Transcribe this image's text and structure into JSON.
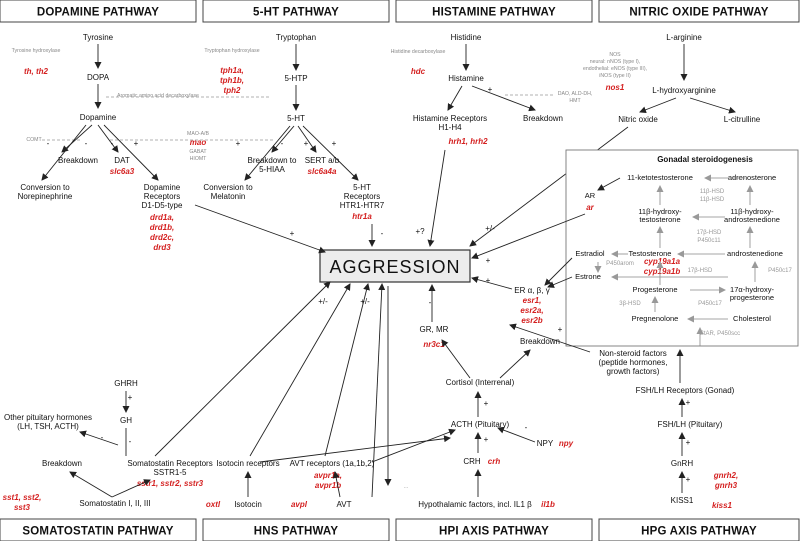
{
  "headers": {
    "top": [
      "DOPAMINE PATHWAY",
      "5-HT PATHWAY",
      "HISTAMINE PATHWAY",
      "NITRIC OXIDE PATHWAY"
    ],
    "bottom": [
      "SOMATOSTATIN PATHWAY",
      "HNS PATHWAY",
      "HPI AXIS PATHWAY",
      "HPG AXIS PATHWAY"
    ]
  },
  "center": "AGGRESSION",
  "dopamine": {
    "tyrosine": "Tyrosine",
    "hydroxylase": "Tyrosine hydroxylase",
    "gene_th": "th, th2",
    "dopa": "DOPA",
    "aadc": "Aromatic amino acid decarboxylase",
    "dopamine": "Dopamine",
    "comt": "COMT",
    "maoab": "MAO-A/B",
    "gene_mao": "mao",
    "gaba": "GABAT",
    "hiomt": "HIOMT",
    "breakdown": "Breakdown",
    "dat": "DAT",
    "gene_dat": "slc6a3",
    "conv1": "Conversion to",
    "conv2": "Norepinephrine",
    "rec1": "Dopamine",
    "rec2": "Receptors",
    "rec3": "D1-D5-type",
    "genes_drd": [
      "drd1a,",
      "drd1b,",
      "drd2c,",
      "drd3"
    ]
  },
  "serotonin": {
    "tryptophan": "Tryptophan",
    "hydroxylase": "Tryptophan hydroxylase",
    "genes_tph": [
      "tph1a,",
      "tph1b,",
      "tph2"
    ],
    "htp": "5-HTP",
    "ht": "5-HT",
    "bd1": "Breakdown to",
    "bd2": "5-HIAA",
    "sert": "SERT a/b",
    "gene_sert": "slc6a4a",
    "mel1": "Conversion to",
    "mel2": "Melatonin",
    "rec1": "5-HT",
    "rec2": "Receptors",
    "rec3": "HTR1-HTR7",
    "gene_htr": "htr1a"
  },
  "histamine": {
    "histidine": "Histidine",
    "enzyme": "Histidine decarboxylase",
    "gene": "hdc",
    "histamine": "Histamine",
    "dao": "DAO, ALD-DH,",
    "hmt": "HMT",
    "rec1": "Histamine Receptors",
    "rec2": "H1-H4",
    "gene_hrh": "hrh1, hrh2",
    "breakdown": "Breakdown"
  },
  "nitric": {
    "arginine": "L-arginine",
    "nos1": "NOS",
    "nos2": "neural: nNOS (type I),",
    "nos3": "endothelial: eNOS (type III),",
    "nos4": "iNOS (type II)",
    "gene": "nos1",
    "hydroxy": "L-hydroxyarginine",
    "no": "Nitric oxide",
    "cit": "L-citrulline"
  },
  "steroid": {
    "title": "Gonadal steroidogenesis",
    "kt": "11-ketotestosterone",
    "adr": "adrenosterone",
    "hsd1": "11β-HSD",
    "hsd2": "11β-HSD",
    "ht1": "11β-hydroxy-",
    "ht2": "testosterone",
    "ha1": "11β-hydroxy-",
    "ha2": "androstenedione",
    "hsd3": "17β-HSD",
    "p45011": "P450c11",
    "estradiol": "Estradiol",
    "testosterone": "Testosterone",
    "andro": "androstenedione",
    "arom": "P450arom",
    "hsd4": "17β-HSD",
    "p450c17": "P450c17",
    "estrone": "Estrone",
    "gene_cyp": [
      "cyp19a1a",
      "cyp19a1b"
    ],
    "progesterone": "Progesterone",
    "ohp1": "17α-hydroxy-",
    "ohp2": "progesterone",
    "hsd5": "3β-HSD",
    "p45017b": "P450c17",
    "preg": "Pregnenolone",
    "chol": "Cholesterol",
    "star": "StAR, P450scc",
    "ar": "AR",
    "gene_ar": "ar"
  },
  "er": {
    "label": "ER α, β, γ",
    "genes": [
      "esr1,",
      "esr2a,",
      "esr2b"
    ]
  },
  "gr": {
    "label": "GR, MR",
    "gene": "nr3c1",
    "breakdown": "Breakdown"
  },
  "hpi": {
    "cortisol": "Cortisol (Interrenal)",
    "acth": "ACTH (Pituitary)",
    "crh": "CRH",
    "gene_crh": "crh",
    "npy": "NPY",
    "gene_npy": "npy",
    "hypo": "Hypothalamic factors, incl. IL1 β",
    "gene_il": "il1b"
  },
  "hpg": {
    "ns1": "Non-steroid factors",
    "ns2": "(peptide hormones,",
    "ns3": "growth factors)",
    "fshr": "FSH/LH Receptors (Gonad)",
    "fsh": "FSH/LH (Pituitary)",
    "gnrh": "GnRH",
    "genes_gnrh": [
      "gnrh2,",
      "gnrh3"
    ],
    "kiss": "KISS1",
    "gene_kiss": "kiss1"
  },
  "somato": {
    "ghrh": "GHRH",
    "gh": "GH",
    "other1": "Other pituitary hormones",
    "other2": "(LH, TSH, ACTH)",
    "breakdown": "Breakdown",
    "rec1": "Somatostatin Receptors",
    "rec2": "SSTR1-5",
    "genes_sstr": "sstr1, sstr2, sstr3",
    "sst": "Somatostatin I, II, III",
    "genes_sst": [
      "sst1, sst2,",
      "sst3"
    ]
  },
  "hns": {
    "isorec": "Isotocin receptors",
    "avtrec": "AVT receptors (1a,1b,2)",
    "genes_avpr": [
      "avpr1a,",
      "avpr1b"
    ],
    "isotocin": "Isotocin",
    "gene_oxt": "oxtl",
    "avt": "AVT",
    "gene_avp": "avpl",
    "small": "…"
  },
  "signs": {
    "plus": "+",
    "minus": "-",
    "pm": "+/-",
    "q": "+?"
  }
}
